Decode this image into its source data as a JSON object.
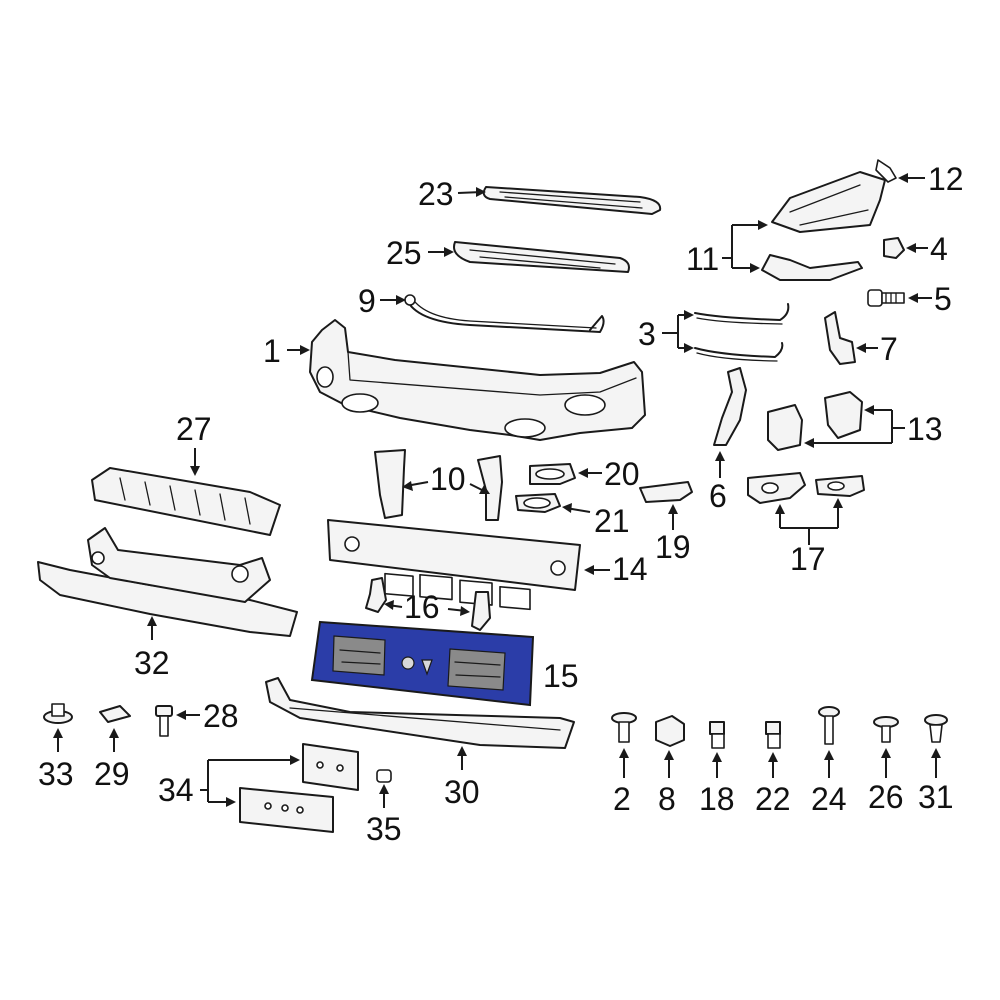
{
  "diagram": {
    "highlight_color": "#2b3da8",
    "highlighted_part": "15",
    "callouts": {
      "1": "1",
      "2": "2",
      "3": "3",
      "4": "4",
      "5": "5",
      "6": "6",
      "7": "7",
      "8": "8",
      "9": "9",
      "10": "10",
      "11": "11",
      "12": "12",
      "13": "13",
      "14": "14",
      "15": "15",
      "16": "16",
      "17": "17",
      "18": "18",
      "19": "19",
      "20": "20",
      "21": "21",
      "22": "22",
      "23": "23",
      "24": "24",
      "25": "25",
      "26": "26",
      "27": "27",
      "28": "28",
      "29": "29",
      "30": "30",
      "31": "31",
      "32": "32",
      "33": "33",
      "34": "34",
      "35": "35"
    }
  }
}
